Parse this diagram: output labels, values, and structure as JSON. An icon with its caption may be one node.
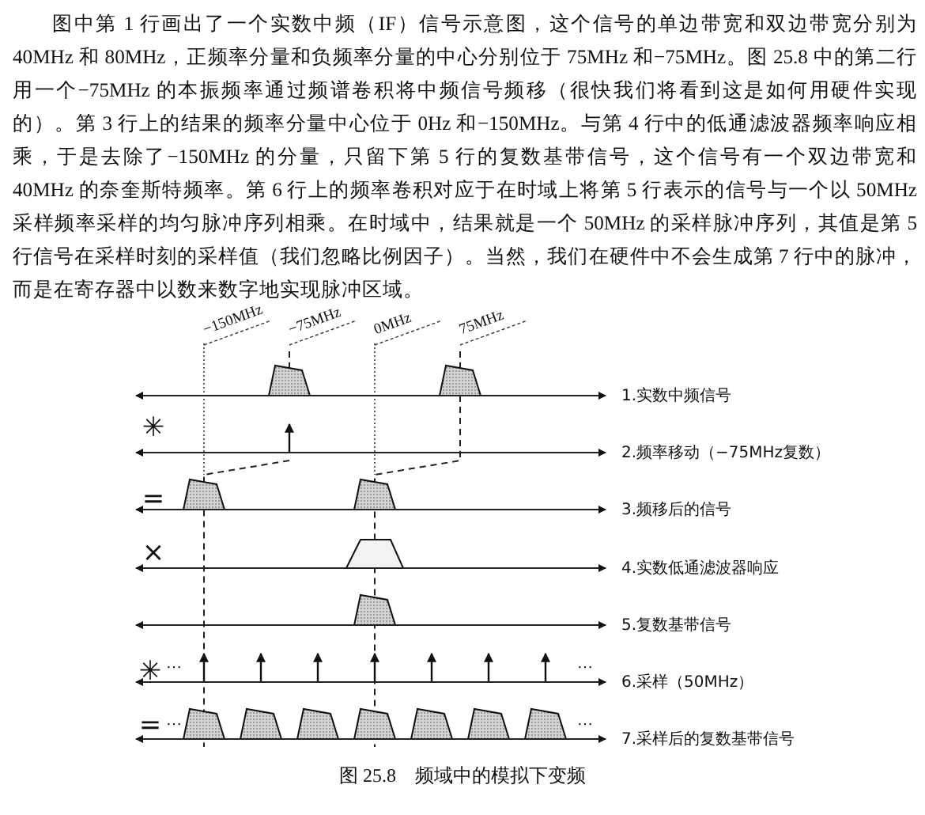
{
  "diagram": {
    "caption": "图 25.8　频域中的模拟下变频",
    "labels": [
      "图中第 1 行画出了一个实数中频（IF）信号示意图，这个信号的单边带宽和双边带宽分别为 40MHz 和 80MHz，正频率分量和负频率分量的中心分别位于 75MHz 和−75MHz。图 25.8 中的第二行用一个−75MHz 的本振频率通过频谱卷积将中频信号频移（很快我们将看到这是如何用硬件实现的）。第 3 行上的结果的频率分量中心位于 0Hz 和−150MHz。与第 4 行中的低通滤波器频率响应相乘，于是去除了−150MHz 的分量，只留下第 5 行的复数基带信号，这个信号有一个双边带宽和 40MHz 的奈奎斯特频率。第 6 行上的频率卷积对应于在时域上将第 5 行表示的信号与一个以 50MHz 采样频率采样的均匀脉冲序列相乘。在时域中，结果就是一个 50MHz 的采样脉冲序列，其值是第 5 行信号在采样时刻的采样值（我们忽略比例因子）。当然，我们在硬件中不会生成第 7 行中的脉冲，而是在寄存器中以数来数字地实现脉冲区域。",
      "−150MHz",
      "−75MHz",
      "0MHz",
      "75MHz",
      "1.实数中频信号",
      "✳",
      "2.频率移动（−75MHz复数）",
      "=",
      "3.频移后的信号",
      "×",
      "4.实数低通滤波器响应",
      "5.复数基带信号",
      "…",
      "…",
      "✳",
      "6.采样（50MHz）",
      "…",
      "=",
      "…",
      "7.采样后的复数基带信号"
    ]
  }
}
